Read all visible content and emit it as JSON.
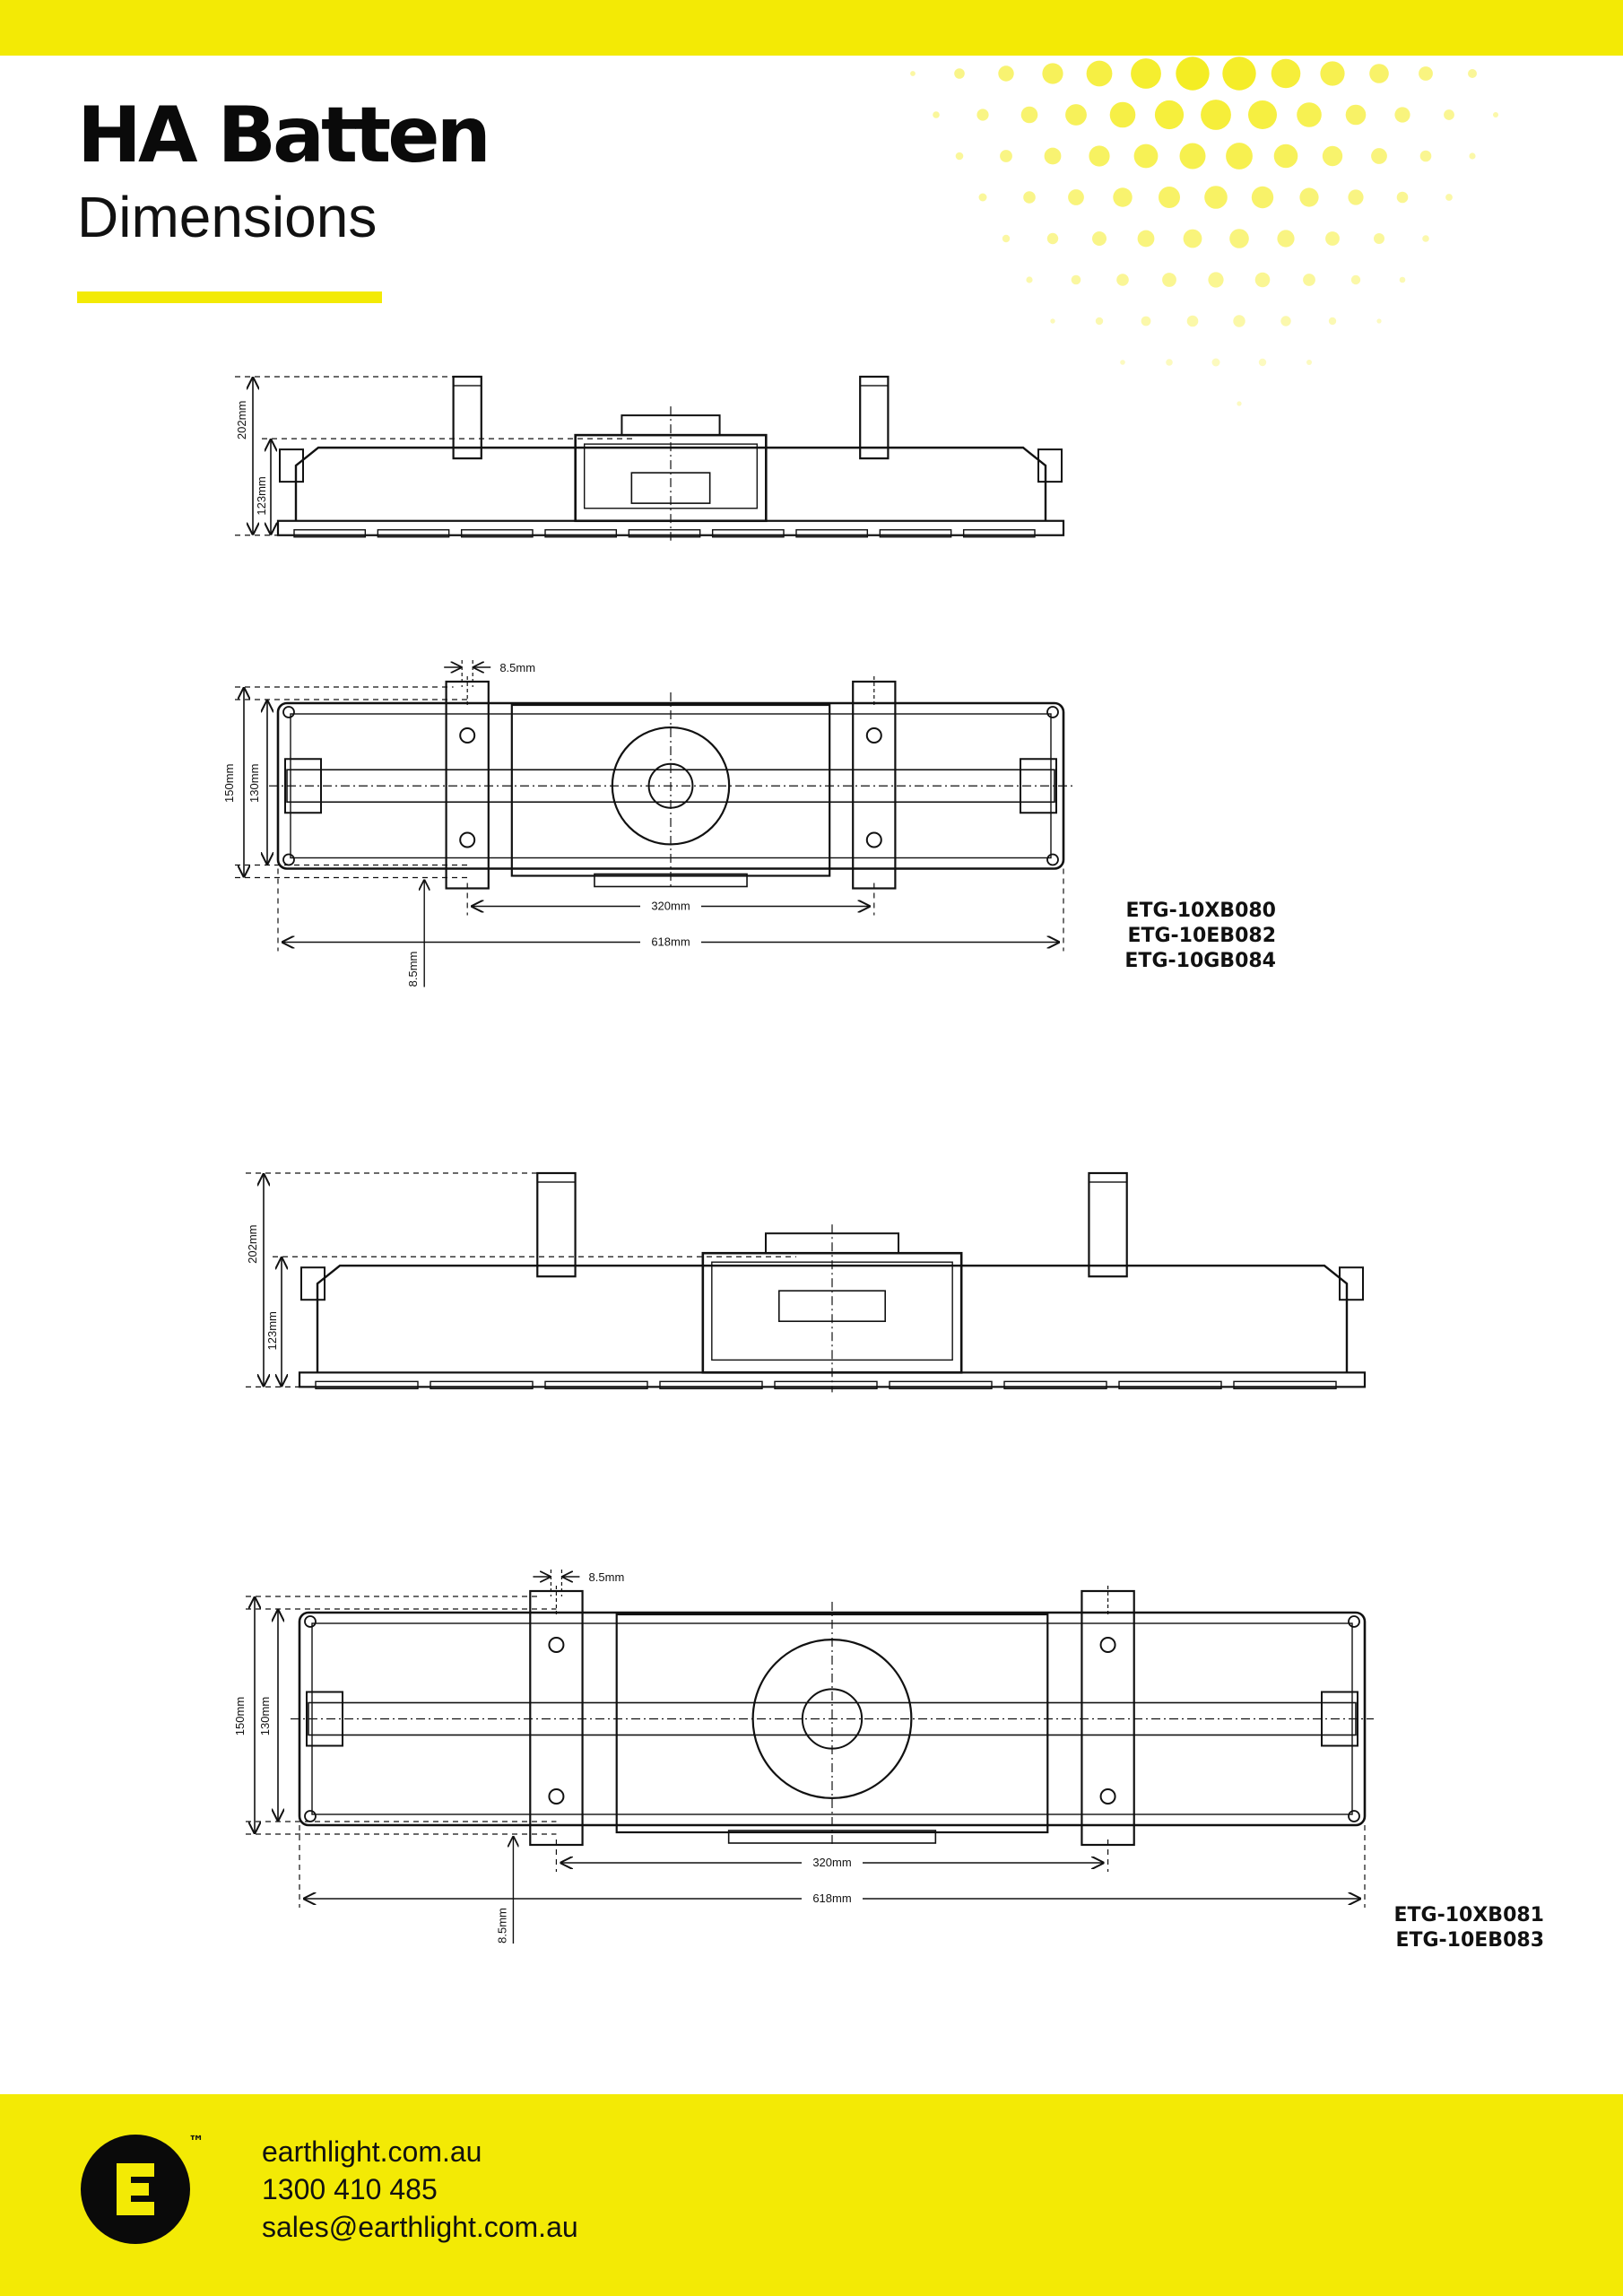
{
  "header": {
    "title": "HA Batten",
    "subtitle": "Dimensions"
  },
  "colors": {
    "accent": "#f3ea05",
    "ink": "#111111"
  },
  "drawings": [
    {
      "side_view": {
        "height_total": "202mm",
        "height_body": "123mm"
      },
      "plan_view": {
        "width_outer": "150mm",
        "width_inner": "130mm",
        "slot_width_top": "8.5mm",
        "slot_width_bottom": "8.5mm",
        "bracket_spacing": "320mm",
        "length": "618mm"
      },
      "models": [
        "ETG-10XB080",
        "ETG-10EB082",
        "ETG-10GB084"
      ]
    },
    {
      "side_view": {
        "height_total": "202mm",
        "height_body": "123mm"
      },
      "plan_view": {
        "width_outer": "150mm",
        "width_inner": "130mm",
        "slot_width_top": "8.5mm",
        "slot_width_bottom": "8.5mm",
        "bracket_spacing": "320mm",
        "length": "618mm"
      },
      "models": [
        "ETG-10XB081",
        "ETG-10EB083"
      ]
    }
  ],
  "footer": {
    "logo_icon": "earthlight-logo-icon",
    "trademark": "™",
    "website": "earthlight.com.au",
    "phone": "1300 410 485",
    "email": "sales@earthlight.com.au"
  }
}
